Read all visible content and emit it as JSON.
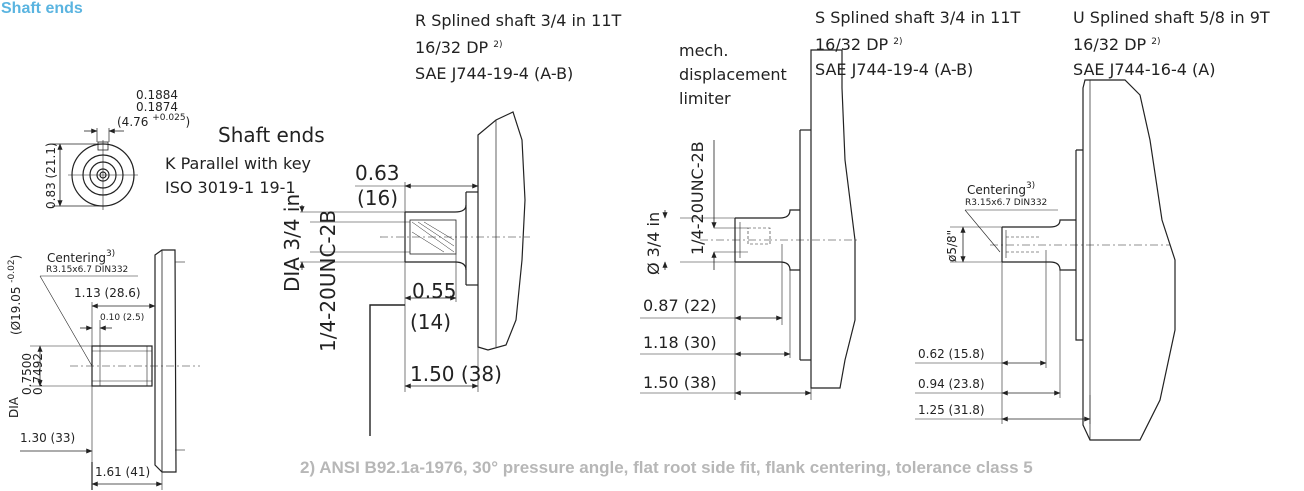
{
  "section_title": "Shaft ends",
  "k": {
    "heading": "Shaft ends",
    "title_line1": "K Parallel with key",
    "title_line2": "ISO 3019-1 19-1",
    "key_w_max": "0.1884",
    "key_w_min": "0.1874",
    "key_metric": "(4.76",
    "key_tol": "+0.025",
    "key_close": ")",
    "height_dim": "0.83 (21.1)",
    "centering": "Centering",
    "centering_sup": "3)",
    "centering_spec": "R3.15x6.7 DIN332",
    "dim_113": "1.13  (28.6)",
    "dim_010": "0.10 (2.5)",
    "dia_label": "DIA",
    "dia_max": "0.7500",
    "dia_min": "0.7492",
    "dia_metric": "(Ø19.05",
    "dia_tol": "-0.02",
    "dia_close": ")",
    "dim_130": "1.30  (33)",
    "dim_161": "1.61  (41)"
  },
  "r": {
    "title_line1": "R Splined shaft 3/4 in 11T",
    "title_line2": "16/32 DP",
    "title_sup": "2)",
    "title_line3": "SAE J744-19-4 (A-B)",
    "dim_063": "0.63",
    "dim_063_mm": "(16)",
    "dia_label": "DIA 3/4 in",
    "thread": "1/4-20UNC-2B",
    "dim_055": "0.55",
    "dim_055_mm": "(14)",
    "dim_150": "1.50  (38)"
  },
  "s": {
    "title_line1": "S  Splined shaft 3/4 in 11T",
    "title_line2": "16/32 DP",
    "title_sup": "2)",
    "title_line3": "SAE J744-19-4 (A-B)",
    "limiter_line1": "mech.",
    "limiter_line2": "displacement",
    "limiter_line3": "limiter",
    "thread": "1/4-20UNC-2B",
    "dia_label": "Ø 3/4 in",
    "dim_087": "0.87 (22)",
    "dim_118": "1.18 (30)",
    "dim_150": "1.50 (38)"
  },
  "u": {
    "title_line1": "U Splined shaft 5/8 in 9T",
    "title_line2": "16/32 DP",
    "title_sup": "2)",
    "title_line3": "SAE J744-16-4 (A)",
    "centering": "Centering",
    "centering_sup": "3)",
    "centering_spec": "R3.15x6.7 DIN332",
    "dia_label": "ø5/8\"",
    "dim_062": "0.62 (15.8)",
    "dim_094": "0.94 (23.8)",
    "dim_125": "1.25  (31.8)"
  },
  "footnote": "2) ANSI B92.1a-1976, 30° pressure angle, flat root side fit, flank centering, tolerance class 5"
}
